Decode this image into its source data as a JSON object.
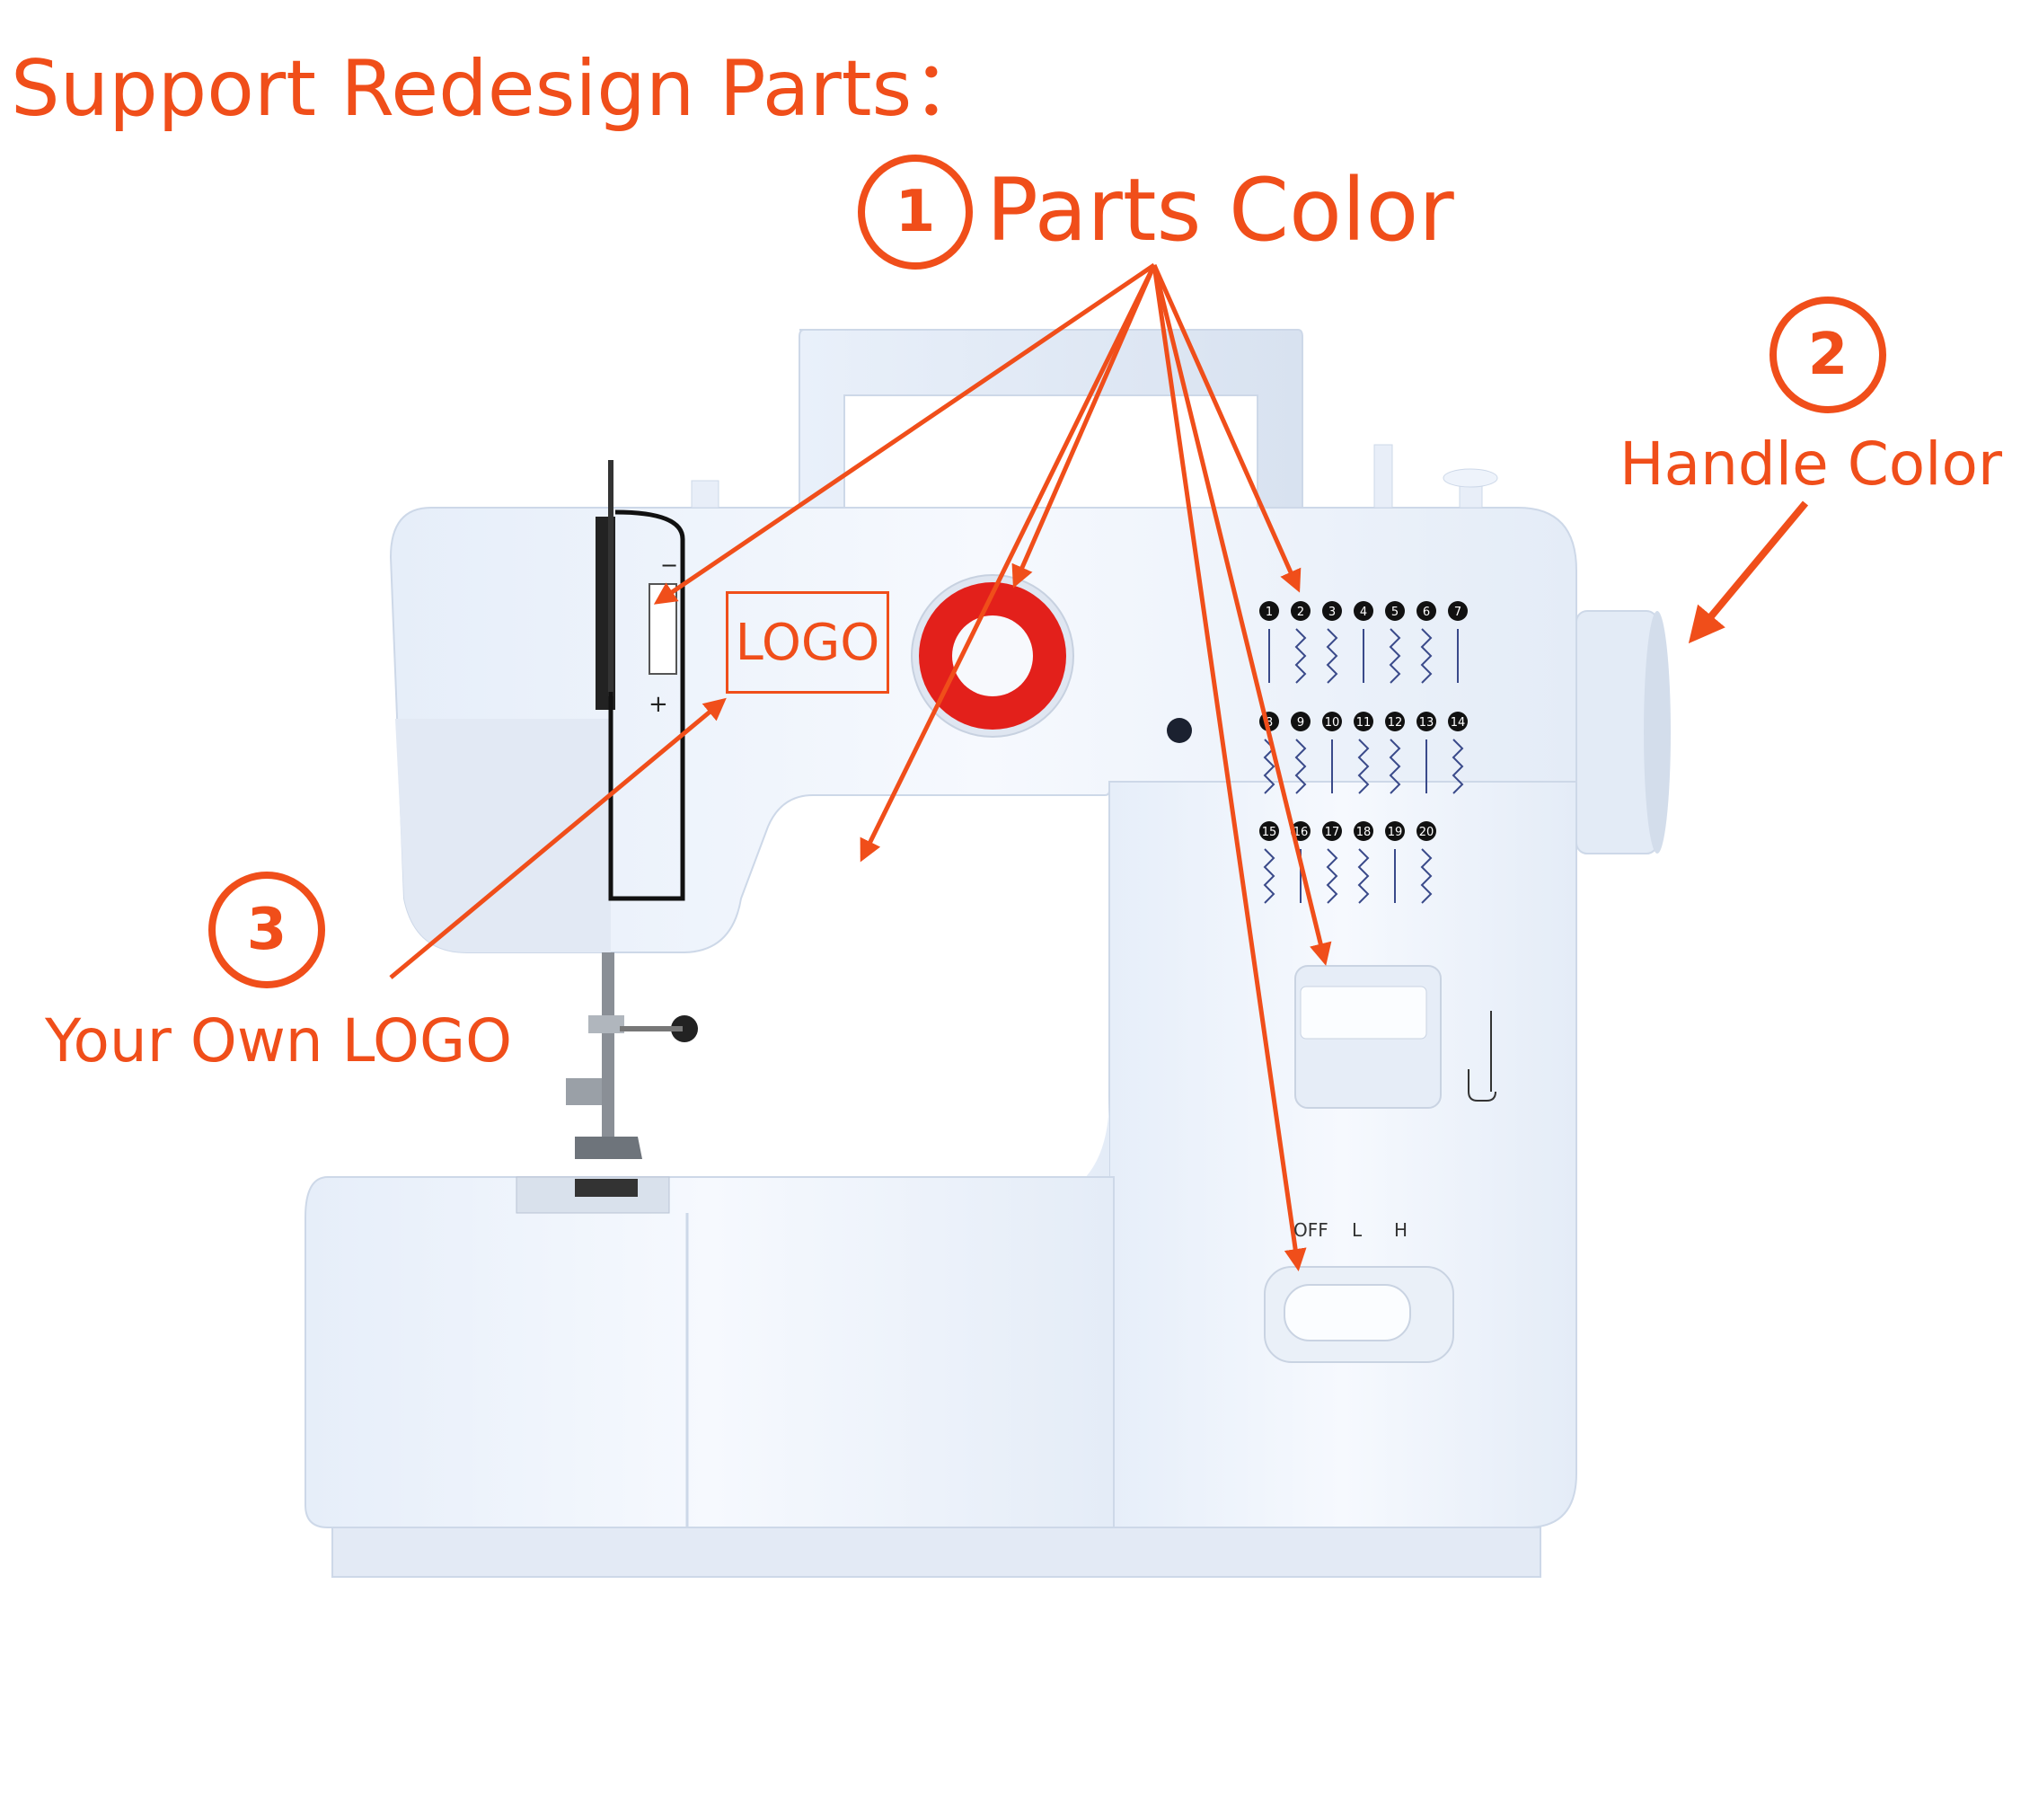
{
  "title": "Support Redesign Parts：",
  "annotations": {
    "parts_color": {
      "number": "1",
      "label": "Parts Color"
    },
    "handle_color": {
      "number": "2",
      "label": "Handle Color"
    },
    "own_logo": {
      "number": "3",
      "label": "Your Own LOGO"
    }
  },
  "logo_box_text": "LOGO",
  "power_switch_labels": {
    "off": "OFF",
    "low": "L",
    "high": "H"
  },
  "stitch_numbers": [
    "1",
    "2",
    "3",
    "4",
    "5",
    "6",
    "7",
    "8",
    "9",
    "10",
    "11",
    "12",
    "13",
    "14",
    "15",
    "16",
    "17",
    "18",
    "19",
    "20"
  ],
  "colors": {
    "accent": "#f04e1a",
    "dial": "#e3201b",
    "machine_body": "#eef3fb"
  }
}
